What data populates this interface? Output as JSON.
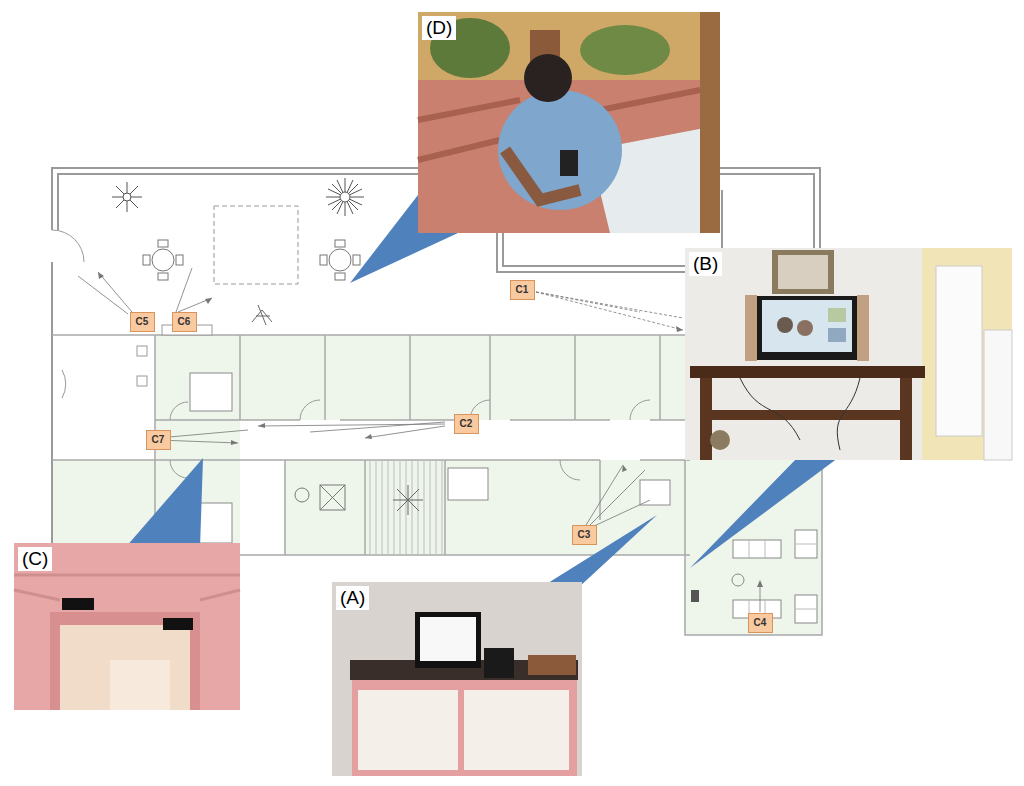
{
  "diagram": {
    "nodes": [
      {
        "text": [
          "(D)"
        ]
      },
      {
        "text": [
          "C1"
        ]
      },
      {
        "text": [
          "(B)"
        ]
      },
      {
        "text": [
          "C5"
        ]
      },
      {
        "text": [
          "C6"
        ]
      },
      {
        "text": [
          "C2"
        ]
      },
      {
        "text": [
          "C7"
        ]
      },
      {
        "text": [
          "C3"
        ]
      },
      {
        "text": [
          "C4"
        ]
      },
      {
        "text": [
          "(C)"
        ]
      },
      {
        "text": [
          "(A)"
        ]
      }
    ]
  }
}
